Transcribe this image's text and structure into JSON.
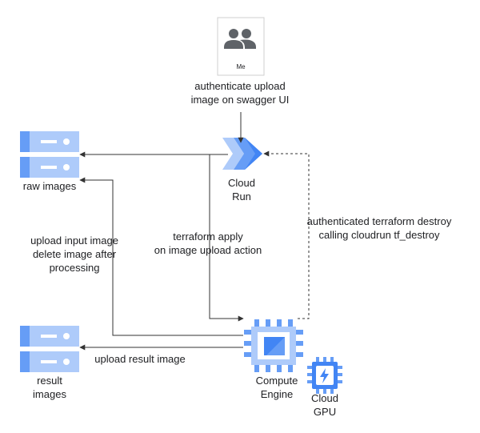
{
  "nodes": {
    "me": {
      "label": "Me",
      "icon": "people-icon"
    },
    "raw_images": {
      "label": "raw images",
      "icon": "storage-icon"
    },
    "result_images": {
      "label_line1": "result",
      "label_line2": "images",
      "icon": "storage-icon"
    },
    "cloud_run": {
      "label_line1": "Cloud",
      "label_line2": "Run",
      "icon": "cloud-run-icon"
    },
    "compute_engine": {
      "label_line1": "Compute",
      "label_line2": "Engine",
      "icon": "compute-engine-icon"
    },
    "cloud_gpu": {
      "label_line1": "Cloud",
      "label_line2": "GPU",
      "icon": "gpu-icon"
    }
  },
  "edges": {
    "authenticate": {
      "line1": "authenticate upload",
      "line2": "image on swagger UI"
    },
    "terraform_apply": {
      "line1": "terraform apply",
      "line2": "on image upload action"
    },
    "terraform_destroy": {
      "line1": "authenticated terraform destroy",
      "line2": "calling cloudrun tf_destroy"
    },
    "upload_input": {
      "line1": "upload input image",
      "line2": "delete image after",
      "line3": "processing"
    },
    "upload_result": {
      "label": "upload result image"
    }
  },
  "colors": {
    "storage_light": "#aecbfa",
    "storage_dark": "#669df6",
    "storage_slot": "#ffffff",
    "gcp_blue_dark": "#4285f4",
    "gcp_blue_light": "#aecbfa",
    "person_gray": "#5f6368",
    "line": "#333333"
  }
}
